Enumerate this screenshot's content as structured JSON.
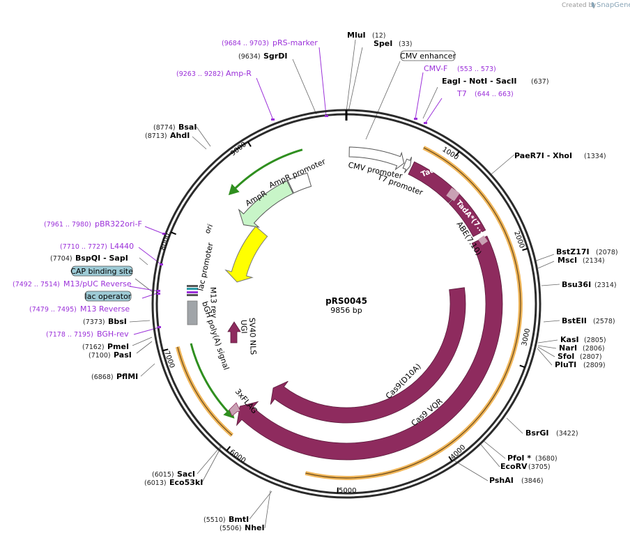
{
  "credit": {
    "prefix": "Created by",
    "brand": "SnapGene"
  },
  "plasmid": {
    "name": "pRS0045",
    "length_label": "9856 bp"
  },
  "ticks": [
    "1000",
    "2000",
    "3000",
    "4000",
    "5000",
    "6000",
    "7000",
    "8000",
    "9000"
  ],
  "sites": [
    {
      "name": "MluI",
      "pos": "(12)"
    },
    {
      "name": "SpeI",
      "pos": "(33)"
    },
    {
      "name": "EagI - NotI - SacII",
      "pos": "(637)"
    },
    {
      "name": "PaeR7I - XhoI",
      "pos": "(1334)"
    },
    {
      "name": "BstZ17I",
      "pos": "(2078)"
    },
    {
      "name": "MscI",
      "pos": "(2134)"
    },
    {
      "name": "Bsu36I",
      "pos": "(2314)"
    },
    {
      "name": "BstEII",
      "pos": "(2578)"
    },
    {
      "name": "KasI",
      "pos": "(2805)"
    },
    {
      "name": "NarI",
      "pos": "(2806)"
    },
    {
      "name": "SfoI",
      "pos": "(2807)"
    },
    {
      "name": "PluTI",
      "pos": "(2809)"
    },
    {
      "name": "BsrGI",
      "pos": "(3422)"
    },
    {
      "name": "PfoI *",
      "pos": "(3680)"
    },
    {
      "name": "EcoRV",
      "pos": "(3705)"
    },
    {
      "name": "PshAI",
      "pos": "(3846)"
    },
    {
      "name": "BmtI",
      "pos": "(5510)"
    },
    {
      "name": "NheI",
      "pos": "(5506)"
    },
    {
      "name": "SacI",
      "pos": "(6015)"
    },
    {
      "name": "Eco53kI",
      "pos": "(6013)"
    },
    {
      "name": "PflMI",
      "pos": "(6868)"
    },
    {
      "name": "PasI",
      "pos": "(7100)"
    },
    {
      "name": "PmeI",
      "pos": "(7162)"
    },
    {
      "name": "BbsI",
      "pos": "(7373)"
    },
    {
      "name": "BspQI - SapI",
      "pos": "(7704)"
    },
    {
      "name": "AhdI",
      "pos": "(8713)"
    },
    {
      "name": "BsaI",
      "pos": "(8774)"
    },
    {
      "name": "SgrDI",
      "pos": "(9634)"
    }
  ],
  "primers": [
    {
      "name": "pRS-marker",
      "pos": "(9684 .. 9703)"
    },
    {
      "name": "Amp-R",
      "pos": "(9263 .. 9282)"
    },
    {
      "name": "CMV-F",
      "pos": "(553 .. 573)"
    },
    {
      "name": "T7",
      "pos": "(644 .. 663)"
    },
    {
      "name": "pBR322ori-F",
      "pos": "(7961 .. 7980)"
    },
    {
      "name": "L4440",
      "pos": "(7710 .. 7727)"
    },
    {
      "name": "M13/pUC Reverse",
      "pos": "(7492 .. 7514)"
    },
    {
      "name": "M13 Reverse",
      "pos": "(7479 .. 7495)"
    },
    {
      "name": "BGH-rev",
      "pos": "(7178 .. 7195)"
    }
  ],
  "boxes": [
    "CMV enhancer",
    "CAP binding site",
    "lac operator"
  ],
  "features": [
    "CMV promoter",
    "T7 promoter",
    "TadA",
    "TadA*(7...",
    "ABE(7.10)",
    "Cas9(D10A)",
    "Cas9 VQR",
    "3xFLAG",
    "SV40 NLS",
    "UGI",
    "bGH poly(A) signal",
    "lac promoter",
    "M13 rev",
    "ori",
    "AmpR",
    "AmpR promoter"
  ],
  "colors": {
    "backbone": "#2b2b2b",
    "cas9": "#8e2b5e",
    "orf_light": "#c9a1b4",
    "orange_ring": "#f0b65a",
    "green_arrow": "#2f8f1f",
    "ampr_fill": "#c8f5c8",
    "ori_fill": "#ffff00",
    "primer": "#9b30d9",
    "box_fill": "#9ecbd6",
    "gray": "#a0a4a8"
  }
}
